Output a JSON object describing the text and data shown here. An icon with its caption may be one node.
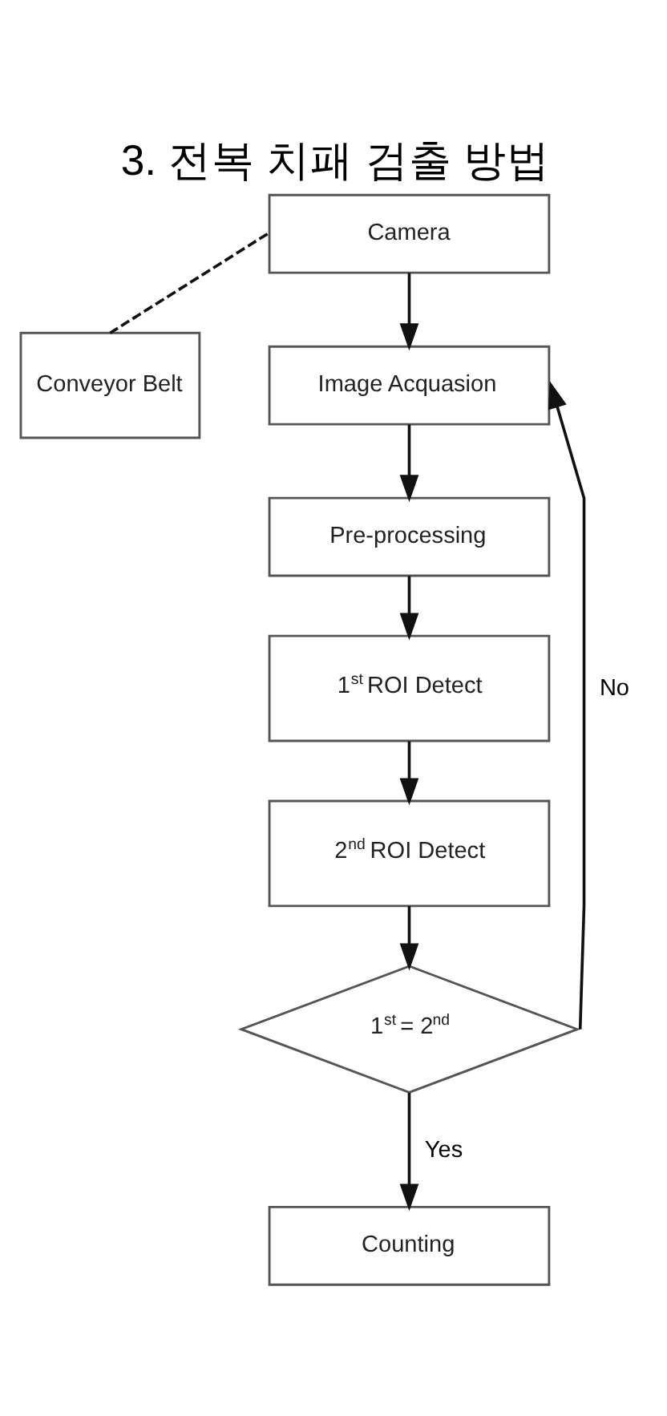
{
  "diagram": {
    "title": "3. 전복 치패 검출 방법",
    "nodes": [
      {
        "text": [
          "Camera"
        ]
      },
      {
        "text": [
          "Conveyor Belt"
        ]
      },
      {
        "text": [
          "Image Acquasion"
        ]
      },
      {
        "text": [
          "Pre-processing"
        ]
      },
      {
        "text": [
          "1$^{st}$ ROI Detect"
        ]
      },
      {
        "text": [
          "2$^{nd}$ ROI Detect"
        ]
      },
      {
        "text": [
          "1$^{st}$ = 2$^{nd}$"
        ]
      },
      {
        "text": [
          "Counting"
        ]
      }
    ],
    "edges": [
      {
        "from": 0,
        "to": 1,
        "arrow": "none",
        "style": "dashed"
      },
      {
        "from": 0,
        "to": 2,
        "arrow": "to"
      },
      {
        "from": 2,
        "to": 3,
        "arrow": "to"
      },
      {
        "from": 3,
        "to": 4,
        "arrow": "to"
      },
      {
        "from": 4,
        "to": 5,
        "arrow": "to"
      },
      {
        "from": 5,
        "to": 6,
        "arrow": "to"
      },
      {
        "from": 6,
        "to": 2,
        "arrow": "to",
        "label": "No"
      },
      {
        "from": 6,
        "to": 7,
        "arrow": "to",
        "label": "Yes"
      }
    ]
  }
}
